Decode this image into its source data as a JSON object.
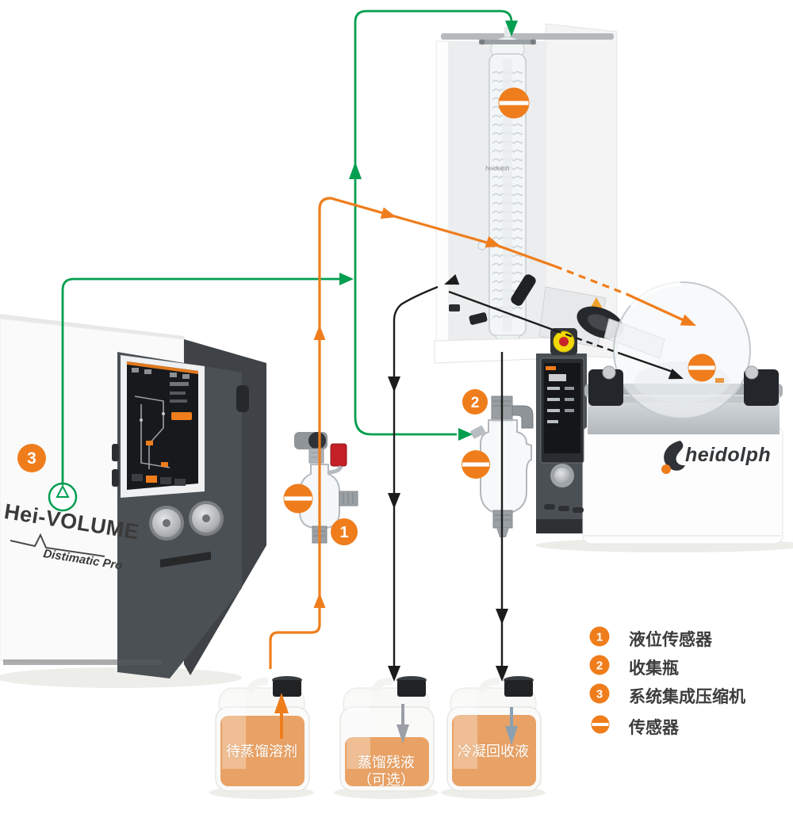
{
  "colors": {
    "accent_orange": "#EF7D1C",
    "flow_green": "#019E4F",
    "flow_black": "#1C1C1C",
    "liquid_orange": "#E9A266"
  },
  "left_unit": {
    "badge": "3",
    "brand_line1": "Hei-VOLUME",
    "brand_line2": "Distimatic Pro"
  },
  "condenser": {
    "brand": "heidolph"
  },
  "evaporator": {
    "brand": "heidolph"
  },
  "inline_badges": {
    "level_sensor": "1",
    "collection_bottle": "2",
    "compressor": "3"
  },
  "legend": {
    "items": [
      {
        "badge": "1",
        "label": "液位传感器"
      },
      {
        "badge": "2",
        "label": "收集瓶"
      },
      {
        "badge": "3",
        "label": "系统集成压缩机"
      }
    ],
    "sensor": {
      "label": "传感器"
    }
  },
  "canisters": [
    {
      "label": "待蒸馏溶剂"
    },
    {
      "label": "蒸馏残液",
      "label2": "（可选）"
    },
    {
      "label": "冷凝回收液"
    }
  ]
}
